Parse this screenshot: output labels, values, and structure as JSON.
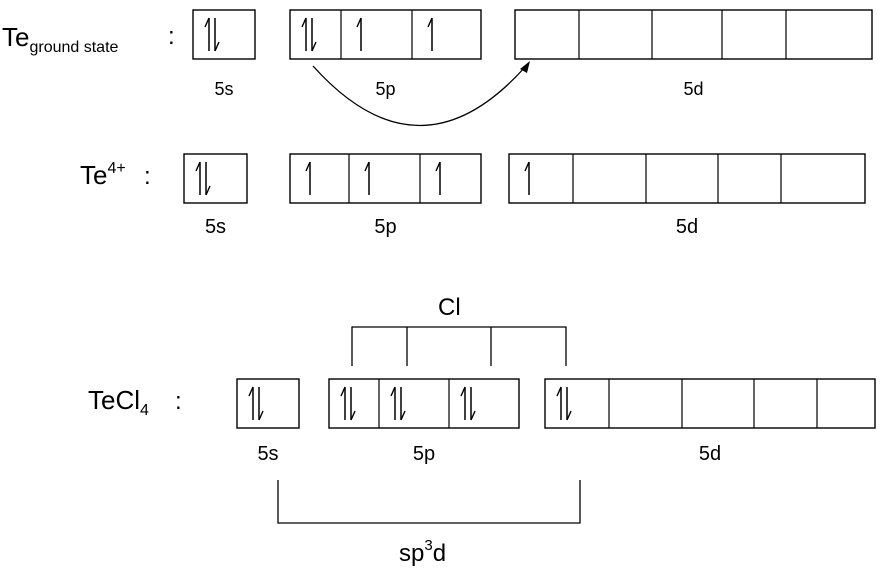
{
  "rows": [
    {
      "id": "ground",
      "label_main": "Te",
      "label_sub": "ground state",
      "label_sup": "",
      "colon": ":",
      "orbitals": [
        {
          "name": "5s",
          "cells": [
            "ud"
          ]
        },
        {
          "name": "5p",
          "cells": [
            "ud",
            "u",
            "u"
          ]
        },
        {
          "name": "5d",
          "cells": [
            "",
            "",
            "",
            "",
            ""
          ]
        }
      ]
    },
    {
      "id": "te4plus",
      "label_main": "Te",
      "label_sub": "",
      "label_sup": "4+",
      "colon": ":",
      "orbitals": [
        {
          "name": "5s",
          "cells": [
            "ud"
          ]
        },
        {
          "name": "5p",
          "cells": [
            "u",
            "u",
            "u"
          ]
        },
        {
          "name": "5d",
          "cells": [
            "u",
            "",
            "",
            "",
            ""
          ]
        }
      ]
    },
    {
      "id": "tecl4",
      "label_main": "TeCl",
      "label_sub": "4",
      "label_sup": "",
      "colon": ":",
      "orbitals": [
        {
          "name": "5s",
          "cells": [
            "ud"
          ]
        },
        {
          "name": "5p",
          "cells": [
            "ud",
            "ud",
            "ud"
          ]
        },
        {
          "name": "5d",
          "cells": [
            "ud",
            "",
            "",
            "",
            ""
          ]
        }
      ]
    }
  ],
  "cl_label": "Cl",
  "hybrid_label_main": "sp",
  "hybrid_label_sup": "3",
  "hybrid_label_tail": "d",
  "colors": {
    "cl": "#33bb33",
    "line": "#000000"
  }
}
